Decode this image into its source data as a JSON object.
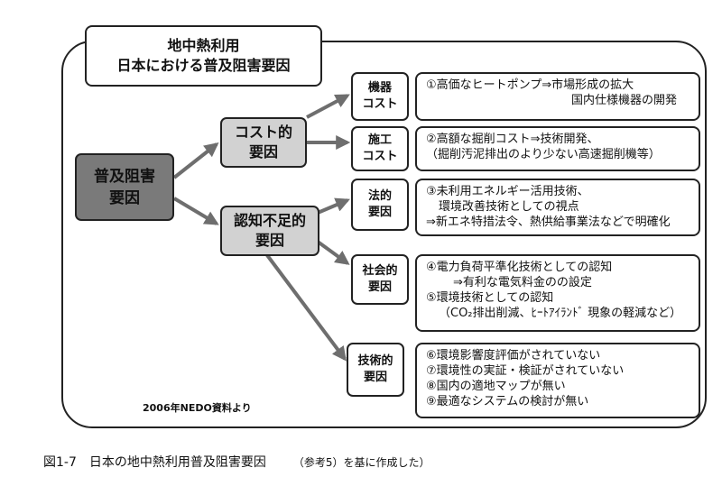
{
  "title": {
    "line1": "地中熱利用",
    "line2": "日本における普及阻害要因"
  },
  "root": {
    "line1": "普及阻害",
    "line2": "要因"
  },
  "branches": [
    {
      "line1": "コスト的",
      "line2": "要因"
    },
    {
      "line1": "認知不足的",
      "line2": "要因"
    }
  ],
  "factors": [
    {
      "label1": "機器",
      "label2": "コスト",
      "desc": [
        "①高価なヒートポンプ⇒市場形成の拡大",
        "国内仕様機器の開発"
      ]
    },
    {
      "label1": "施工",
      "label2": "コスト",
      "desc": [
        "②高額な掘削コスト⇒技術開発、",
        "（掘削汚泥排出のより少ない高速掘削機等）"
      ]
    },
    {
      "label1": "法的",
      "label2": "要因",
      "desc": [
        "③未利用エネルギー活用技術、",
        "環境改善技術としての視点",
        "⇒新エネ特措法令、熱供給事業法などで明確化"
      ]
    },
    {
      "label1": "社会的",
      "label2": "要因",
      "desc": [
        "④電力負荷平準化技術としての認知",
        "⇒有利な電気料金のの設定",
        "⑤環境技術としての認知",
        "（CO₂排出削減、ﾋｰﾄｱｲﾗﾝﾄﾞ 現象の軽減など）"
      ]
    },
    {
      "label1": "技術的",
      "label2": "要因",
      "desc": [
        "⑥環境影響度評価がされていない",
        "⑦環境性の実証・検証がされていない",
        "⑧国内の適地マップが無い",
        "⑨最適なシステムの検討が無い"
      ]
    }
  ],
  "source": "2006年NEDO資料より",
  "caption": {
    "main": "図1-7　日本の地中熱利用普及阻害要因",
    "note": "（参考5）を基に作成した）"
  },
  "colors": {
    "root_fill": "#7a7a7a",
    "branch_fill": "#d2d2d2",
    "arrow": "#6e6e6e"
  }
}
